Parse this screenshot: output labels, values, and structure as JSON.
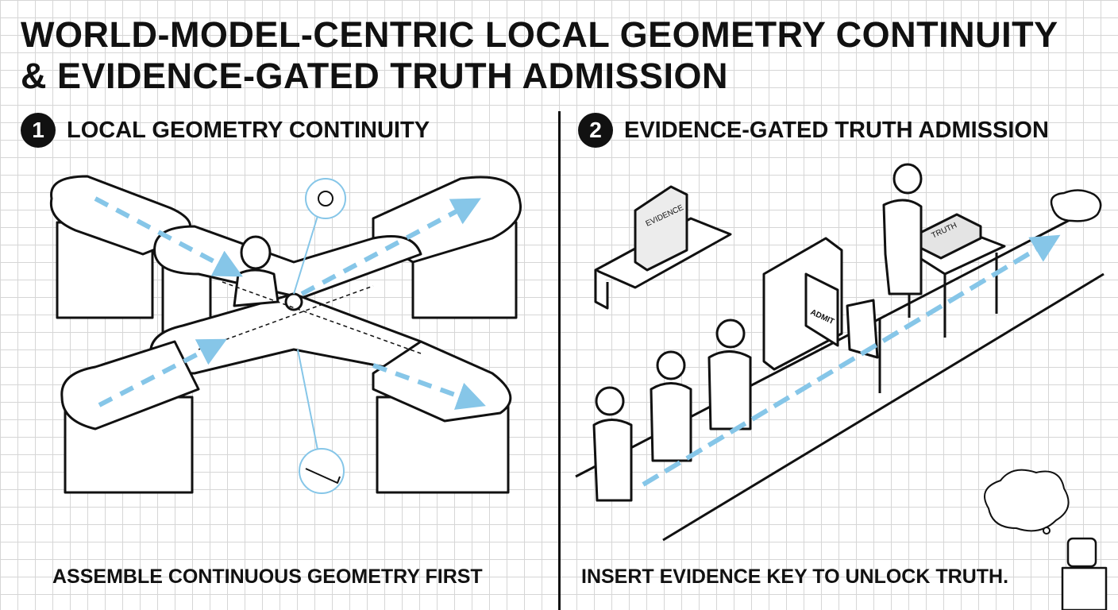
{
  "title": {
    "line1": "WORLD-MODEL-CENTRIC LOCAL GEOMETRY CONTINUITY",
    "line2": "& EVIDENCE-GATED TRUTH ADMISSION"
  },
  "panel1": {
    "number": "1",
    "heading": "LOCAL GEOMETRY CONTINUITY",
    "caption": "ASSEMBLE CONTINUOUS GEOMETRY FIRST"
  },
  "panel2": {
    "number": "2",
    "heading": "EVIDENCE-GATED TRUTH ADMISSION",
    "caption": "INSERT EVIDENCE KEY TO UNLOCK TRUTH.",
    "box_label": "EVIDENCE",
    "gate_label": "ADMIT",
    "truth_label": "TRUTH"
  },
  "colors": {
    "arrow": "#86c6e8",
    "ink": "#111111",
    "grid": "#d6d6d6"
  }
}
